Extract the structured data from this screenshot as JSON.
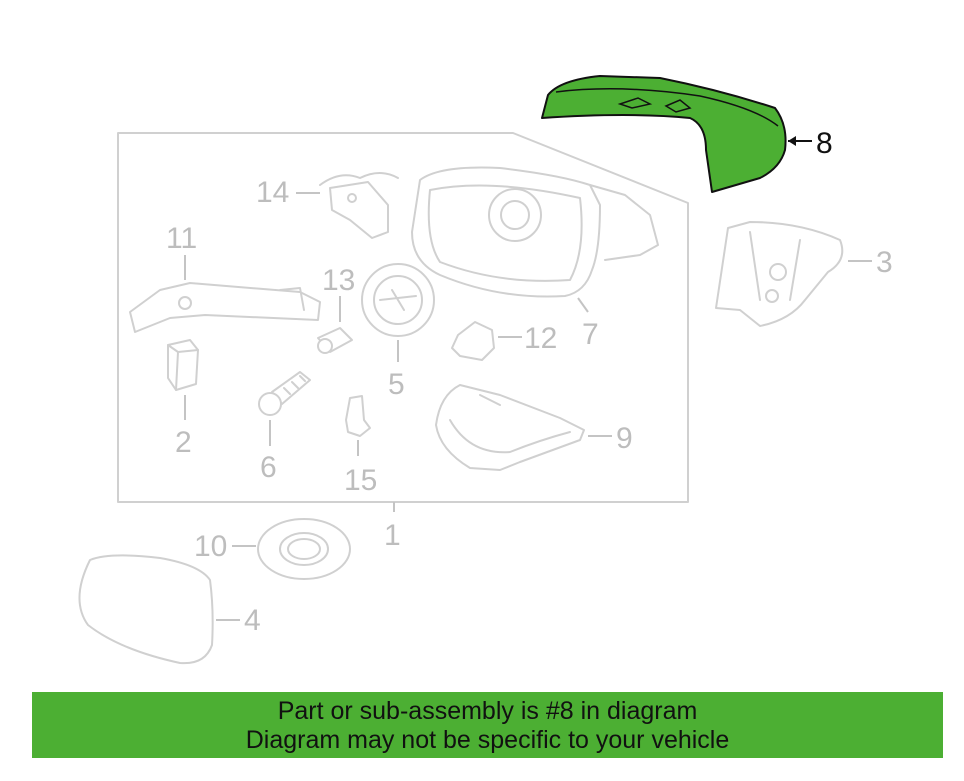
{
  "callouts": {
    "c1": "1",
    "c2": "2",
    "c3": "3",
    "c4": "4",
    "c5": "5",
    "c6": "6",
    "c7": "7",
    "c8": "8",
    "c9": "9",
    "c10": "10",
    "c11": "11",
    "c12": "12",
    "c13": "13",
    "c14": "14",
    "c15": "15"
  },
  "highlighted_part": "8",
  "colors": {
    "highlight": "#4caf33",
    "part_line": "#d0d0d0",
    "banner": "#4caf33"
  },
  "banner": {
    "line1": "Part or sub-assembly is #8 in diagram",
    "line2": "Diagram may not be specific to your vehicle"
  }
}
